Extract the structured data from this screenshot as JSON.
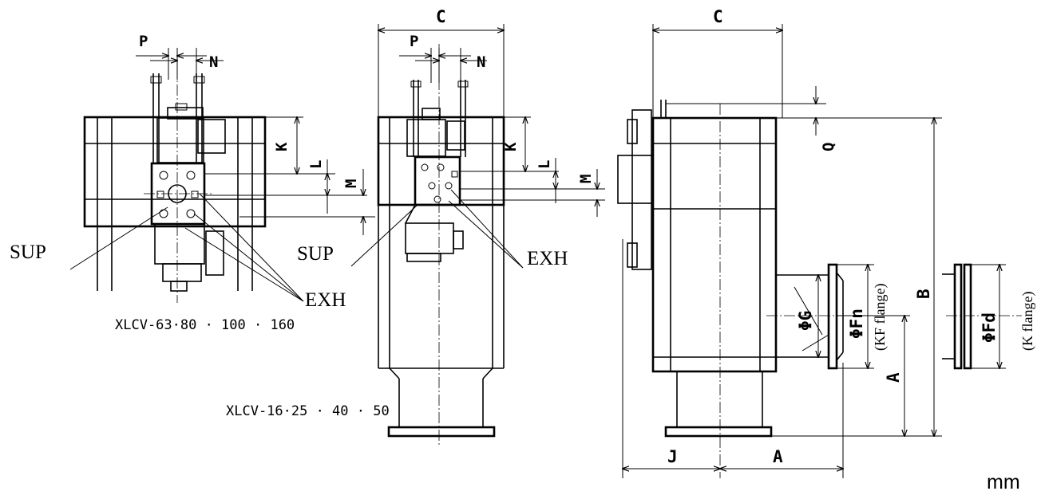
{
  "labels": {
    "P": "P",
    "N": "N",
    "C": "C",
    "K": "K",
    "L": "L",
    "M": "M",
    "Q": "Q",
    "A": "A",
    "B": "B",
    "J": "J",
    "G": "ΦG",
    "Fn": "ΦFn",
    "Fd": "ΦFd",
    "SUP": "SUP",
    "EXH": "EXH",
    "kf_flange": "(KF flange)",
    "k_flange": "(K flange)"
  },
  "models": {
    "large": "XLCV-63·80 · 100 · 160",
    "small": "XLCV-16·25 · 40 · 50"
  },
  "unit": "mm"
}
